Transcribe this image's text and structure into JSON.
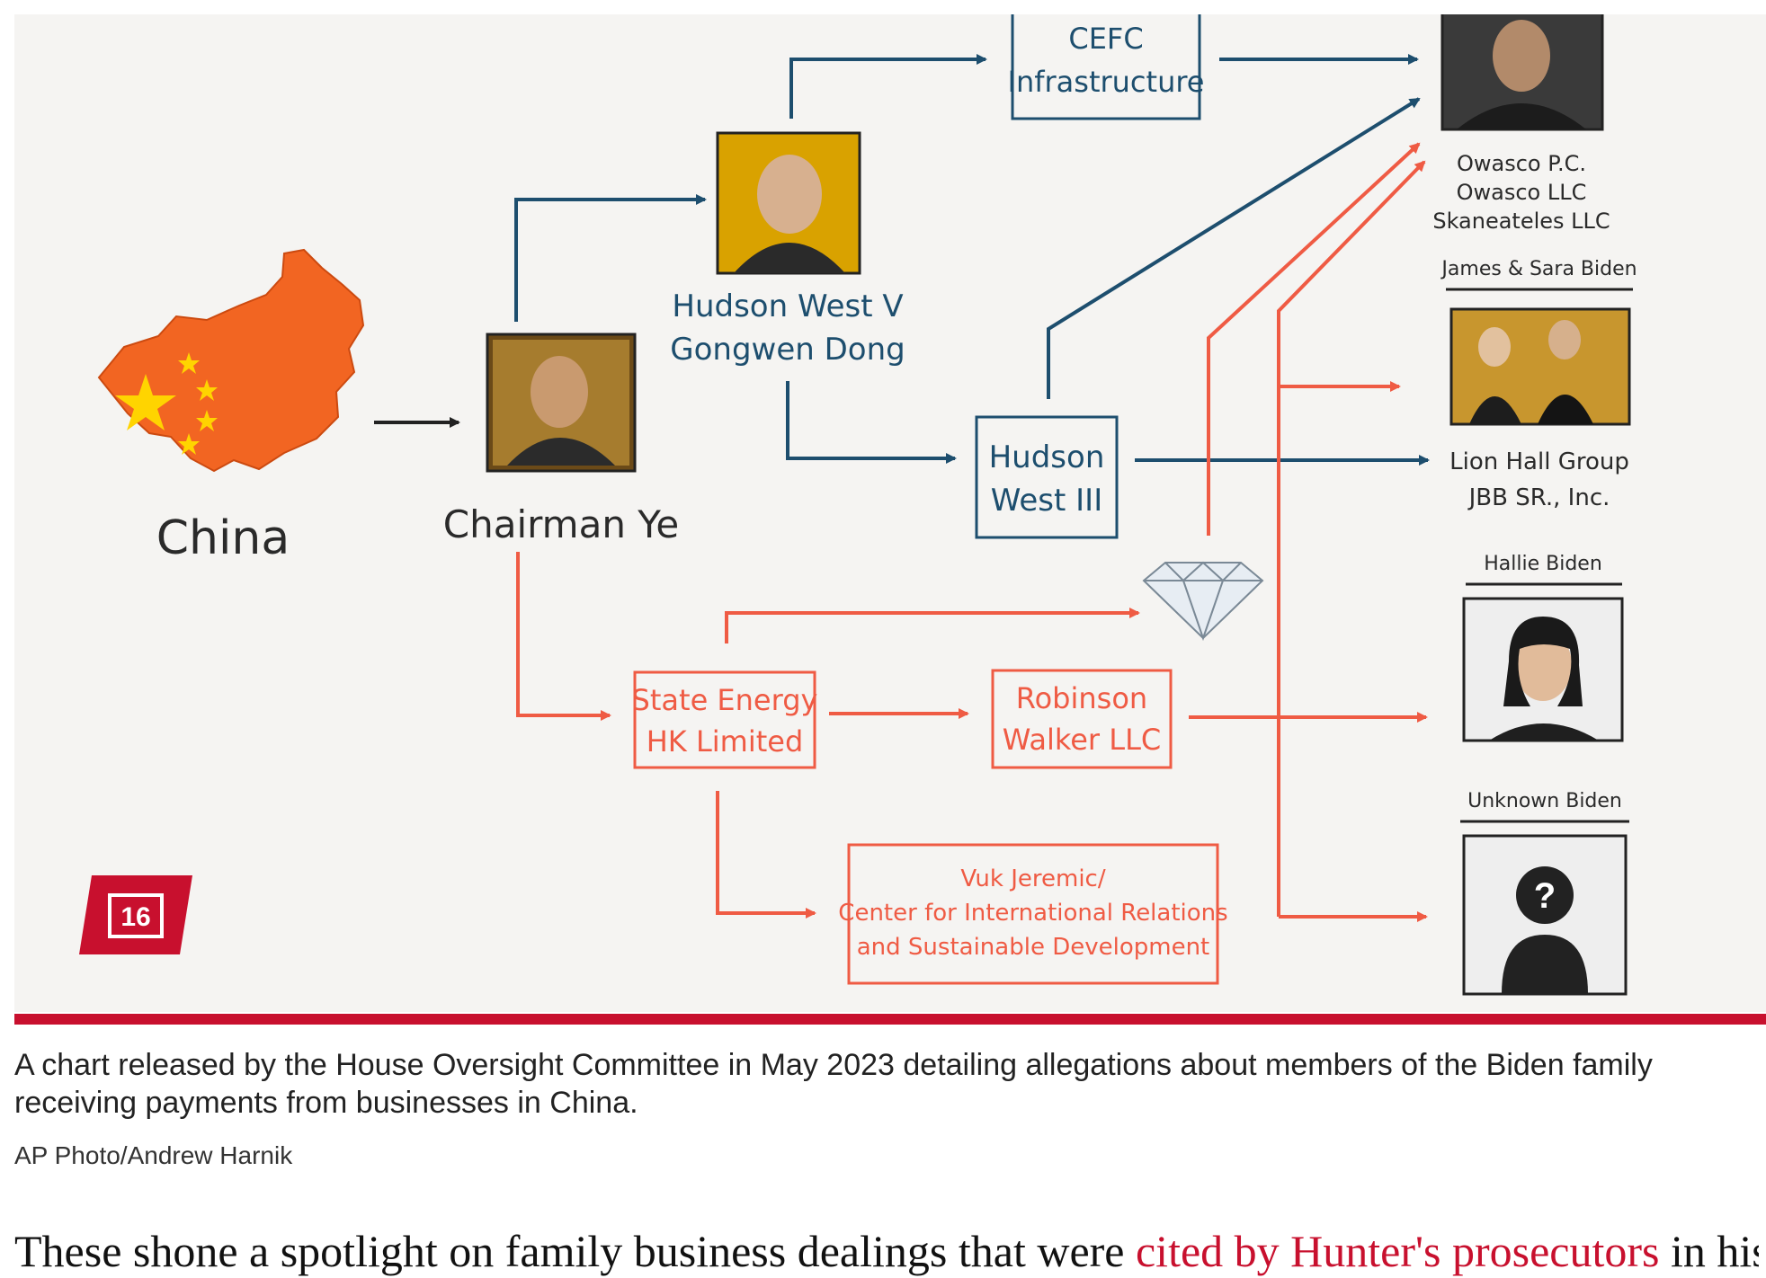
{
  "chart": {
    "source": "China",
    "chairman": "Chairman Ye",
    "hudson_v_line1": "Hudson West V",
    "hudson_v_line2": "Gongwen Dong",
    "cefc_line1": "CEFC",
    "cefc_line2": "Infrastructure",
    "hudson_iii_line1": "Hudson",
    "hudson_iii_line2": "West III",
    "state_energy_line1": "State Energy",
    "state_energy_line2": "HK Limited",
    "robinson_line1": "Robinson",
    "robinson_line2": "Walker LLC",
    "vuk_line1": "Vuk Jeremic/",
    "vuk_line2": "Center for International Relations",
    "vuk_line3": "and Sustainable Development",
    "owasco_line1": "Owasco P.C.",
    "owasco_line2": "Owasco LLC",
    "owasco_line3": "Skaneateles LLC",
    "james_sara": "James & Sara Biden",
    "lion_line1": "Lion Hall Group",
    "lion_line2": "JBB SR., Inc.",
    "hallie": "Hallie Biden",
    "unknown": "Unknown Biden",
    "question_mark": "?"
  },
  "slide_number": "16",
  "caption": "A chart released by the House Oversight Committee in May 2023 detailing allegations about members of the Biden family receiving payments from businesses in China.",
  "credit": "AP Photo/Andrew Harnik",
  "body_text_start": "These shone a spotlight on family business dealings that were ",
  "body_text_link": "cited by Hunter's prosecutors",
  "body_text_end": " in his trial.",
  "colors": {
    "blue": "#1d4e6e",
    "red": "#ef5b44",
    "accent": "#c8102e"
  }
}
